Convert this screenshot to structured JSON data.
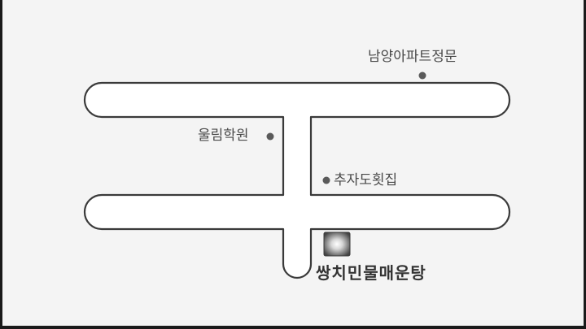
{
  "map": {
    "landmarks": {
      "namyang_apt_gate": "남양아파트정문",
      "ullim_academy": "울림학원",
      "chuja_sashimi": "추자도횟집",
      "destination": "쌍치민물매운탕"
    },
    "colors": {
      "road_fill": "#ffffff",
      "road_outline": "#3a3a3a",
      "marker_dot": "#5a5a5a",
      "destination_marker": "#444444",
      "background": "#f4f4f4"
    },
    "marker_icon": "destination-square-marker"
  }
}
